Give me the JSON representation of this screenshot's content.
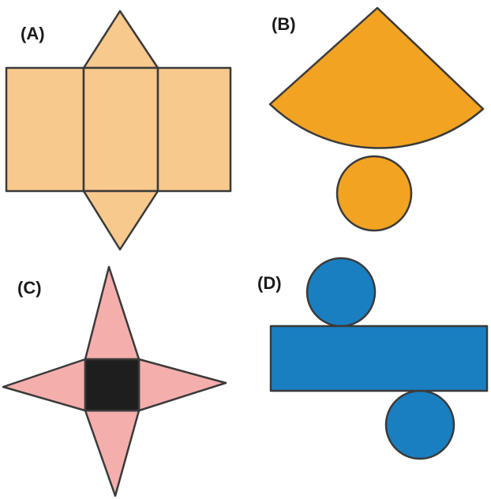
{
  "nets": [
    {
      "label": "(A)",
      "shape": "triangular-prism-net",
      "fill": "#F8C98C"
    },
    {
      "label": "(B)",
      "shape": "cone-net",
      "fill": "#F3A322"
    },
    {
      "label": "(C)",
      "shape": "square-pyramid-net",
      "fill": "#F4AFAD",
      "base_fill": "#1E1E1E"
    },
    {
      "label": "(D)",
      "shape": "cylinder-net",
      "fill": "#1A7FC1"
    }
  ]
}
